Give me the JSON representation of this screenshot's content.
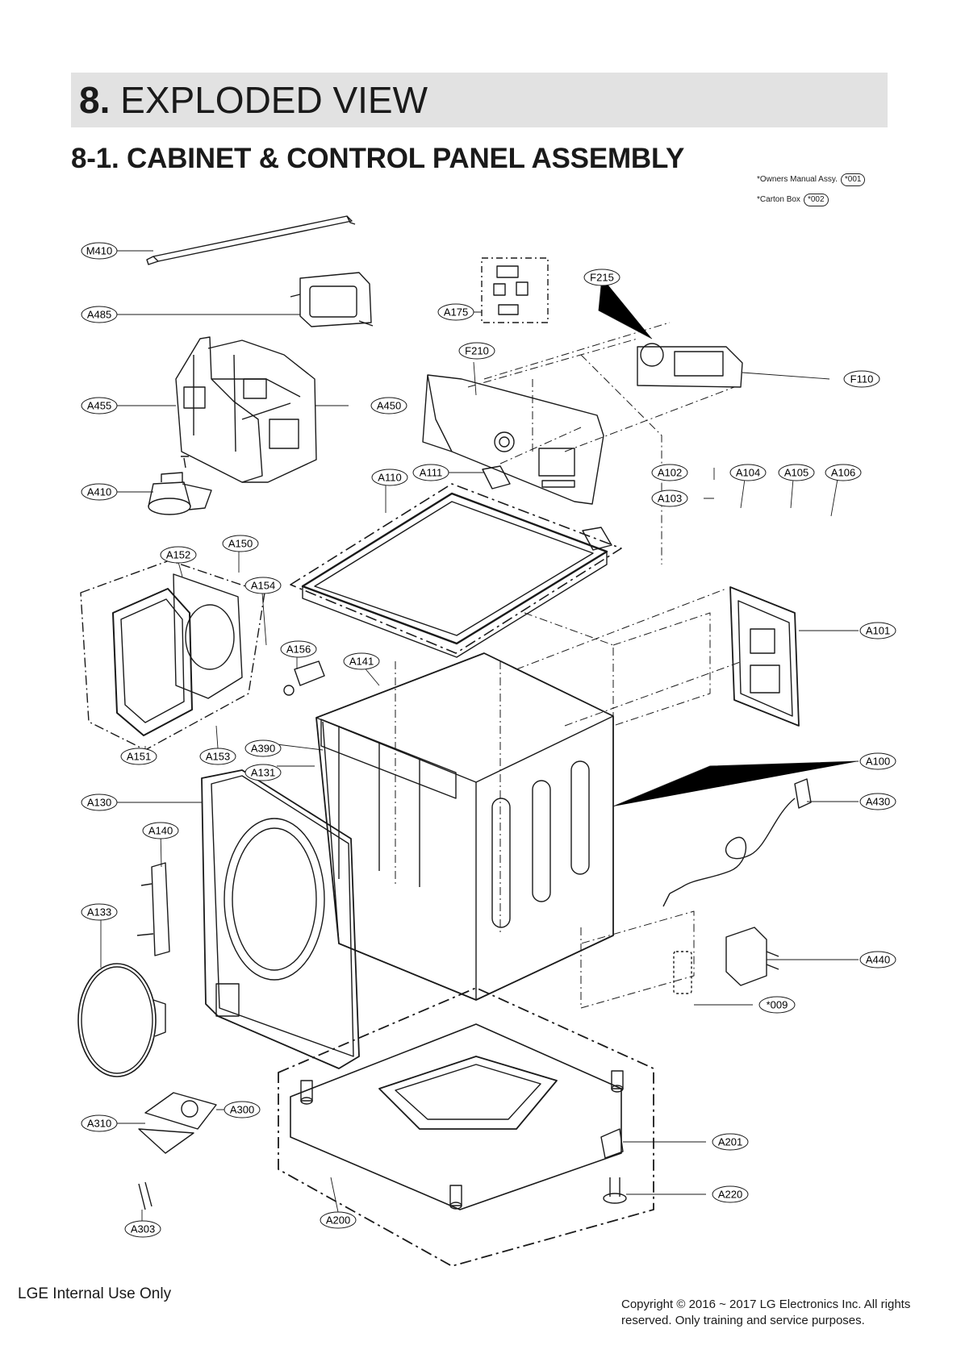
{
  "header": {
    "section_number": "8.",
    "section_title": "EXPLODED VIEW",
    "subsection_title": "8-1. CABINET & CONTROL PANEL ASSEMBLY"
  },
  "notes": [
    {
      "label": "Owners Manual Assy.",
      "code": "*001"
    },
    {
      "label": "Carton Box",
      "code": "*002"
    }
  ],
  "part_labels": [
    "M410",
    "A485",
    "A455",
    "A450",
    "A410",
    "A175",
    "F215",
    "F210",
    "F110",
    "A110",
    "A111",
    "A102",
    "A103",
    "A104",
    "A105",
    "A106",
    "A152",
    "A150",
    "A154",
    "A156",
    "A141",
    "A101",
    "A151",
    "A153",
    "A390",
    "A131",
    "A100",
    "A130",
    "A430",
    "A140",
    "A133",
    "A440",
    "*009",
    "A300",
    "A310",
    "A303",
    "A200",
    "A201",
    "A220"
  ],
  "footer": {
    "left": "LGE Internal Use Only",
    "right": "Copyright © 2016 ~ 2017 LG Electronics Inc. All rights reserved. Only training and service purposes."
  }
}
